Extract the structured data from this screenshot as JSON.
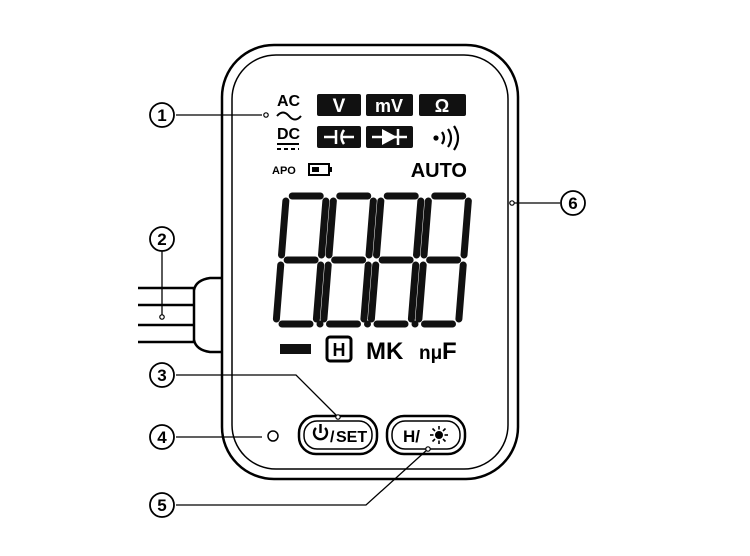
{
  "callouts": [
    {
      "number": "1"
    },
    {
      "number": "2"
    },
    {
      "number": "3"
    },
    {
      "number": "4"
    },
    {
      "number": "5"
    },
    {
      "number": "6"
    }
  ],
  "display": {
    "ac": "AC",
    "dc": "DC",
    "volt": "V",
    "millivolt": "mV",
    "ohm": "Ω",
    "apo": "APO",
    "auto": "AUTO",
    "digits": "8888",
    "hold": "H",
    "mk": "MK",
    "nmu": "nμ",
    "farad": "F"
  },
  "buttons": {
    "power_set": "SET",
    "hold_light": "H/"
  },
  "colors": {
    "body": "#000000",
    "background": "#ffffff",
    "lcd_segment": "#111111"
  }
}
